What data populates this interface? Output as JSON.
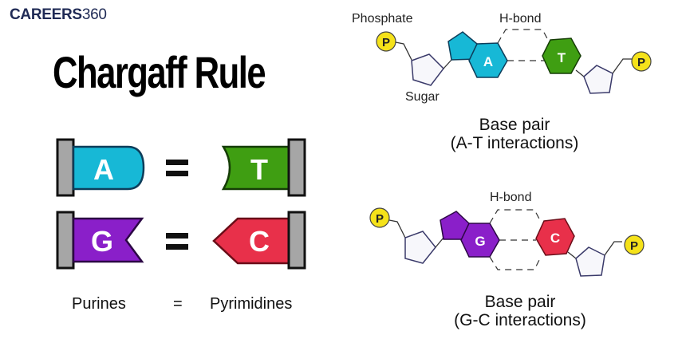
{
  "logo": {
    "bold": "CAREERS",
    "light": "360"
  },
  "title": "Chargaff Rule",
  "pairs": [
    {
      "left": "A",
      "right": "T",
      "left_color": "#17b8d6",
      "right_color": "#3f9e12",
      "equals": "="
    },
    {
      "left": "G",
      "right": "C",
      "left_color": "#8a1fc9",
      "right_color": "#e8304a",
      "equals": "="
    }
  ],
  "bottom_labels": {
    "left": "Purines",
    "equals": "=",
    "right": "Pyrimidines"
  },
  "at_diagram": {
    "phosphate_label": "Phosphate",
    "hbond_label": "H-bond",
    "sugar_label": "Sugar",
    "phosphate_symbol": "P",
    "base_left": "A",
    "base_right": "T",
    "caption_line1": "Base pair",
    "caption_line2": "(A-T interactions)"
  },
  "gc_diagram": {
    "hbond_label": "H-bond",
    "phosphate_symbol": "P",
    "base_left": "G",
    "base_right": "C",
    "caption_line1": "Base pair",
    "caption_line2": "(G-C interactions)"
  },
  "colors": {
    "phosphate": "#f5e21a",
    "sugar_fill": "#f7f7fb",
    "sugar_stroke": "#3a3a6a",
    "clamp": "#a6a6a6"
  }
}
